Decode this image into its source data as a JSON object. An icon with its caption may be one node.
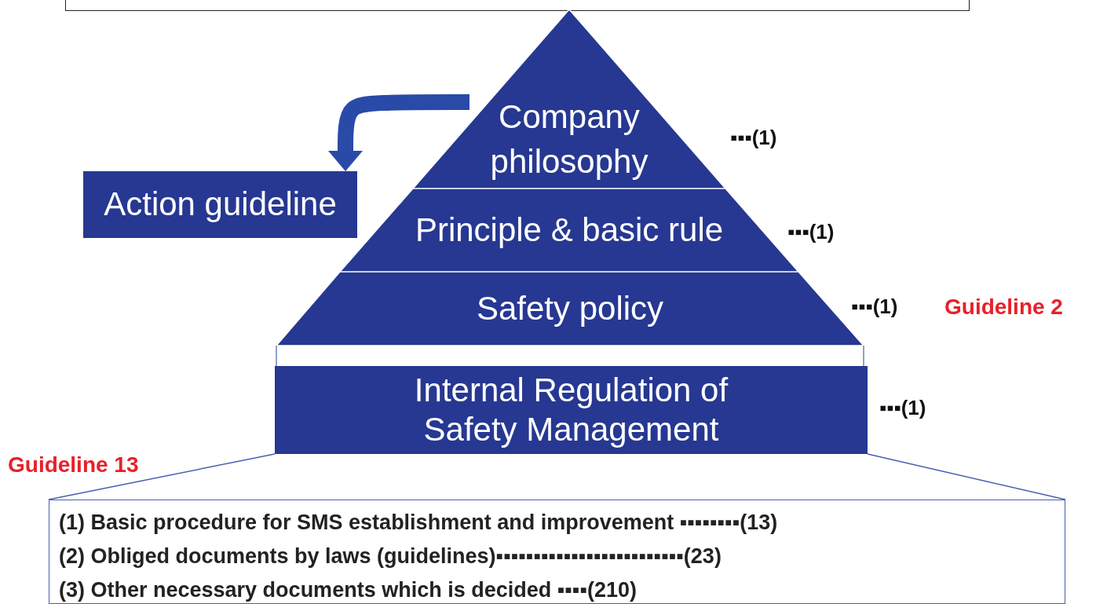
{
  "diagram": {
    "nodes": [
      {
        "text": [],
        "shape": "box"
      },
      {
        "text": [
          "Company philosophy"
        ],
        "beside": [
          "▪▪▪(1)"
        ]
      },
      {
        "text": [
          "Principle & basic rule"
        ],
        "beside": [
          "▪▪▪(1)"
        ]
      },
      {
        "text": [
          "Safety policy"
        ],
        "beside": [
          "▪▪▪(1)"
        ]
      },
      {
        "text": [
          "Action guideline"
        ]
      },
      {
        "text": [
          "Internal Regulation of Safety Management"
        ],
        "beside": [
          "▪▪▪(1)"
        ]
      },
      {
        "text": [
          "(1) Basic procedure for SMS establishment and improvement ▪▪▪▪▪▪▪▪(13)",
          "(2) Obliged documents by laws (guidelines)▪▪▪▪▪▪▪▪▪▪▪▪▪▪▪▪▪▪▪▪▪▪▪▪▪(23)",
          "(3) Other necessary documents which is decided ▪▪▪▪(210)"
        ]
      }
    ],
    "edges": [
      {
        "from": 1,
        "to": 4,
        "arrow": "to",
        "style": "thick"
      },
      {
        "from": 5,
        "to": 6,
        "arrow": "none"
      },
      {
        "from": 5,
        "to": 6,
        "arrow": "none"
      }
    ],
    "labels": [
      "Guideline 2",
      "Guideline 13"
    ]
  }
}
